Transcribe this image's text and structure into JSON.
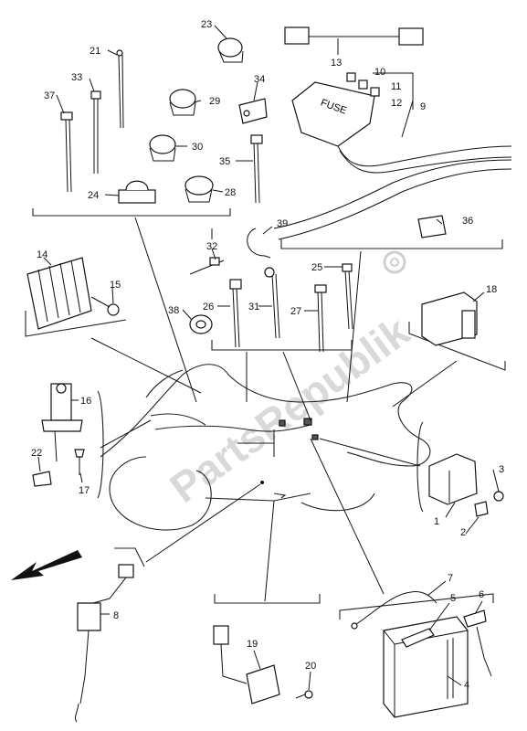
{
  "callouts": [
    "1",
    "2",
    "3",
    "4",
    "5",
    "6",
    "7",
    "8",
    "9",
    "10",
    "11",
    "12",
    "13",
    "14",
    "15",
    "16",
    "17",
    "18",
    "19",
    "20",
    "21",
    "22",
    "23",
    "24",
    "25",
    "26",
    "27",
    "28",
    "29",
    "30",
    "31",
    "32",
    "33",
    "34",
    "35",
    "36",
    "37",
    "38",
    "39"
  ],
  "fuse_box_text": "FUSE",
  "watermark": "PartsRepublik"
}
